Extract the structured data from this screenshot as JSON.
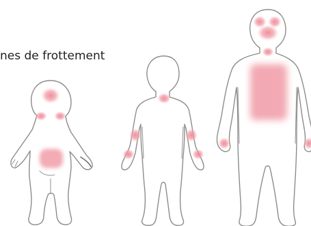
{
  "caption": "nes de frottement",
  "colors": {
    "outline": "#8c8c8c",
    "zone": "#ee8896",
    "background": "#ffffff"
  },
  "figures": [
    "baby-figure",
    "child-figure",
    "adult-figure"
  ]
}
